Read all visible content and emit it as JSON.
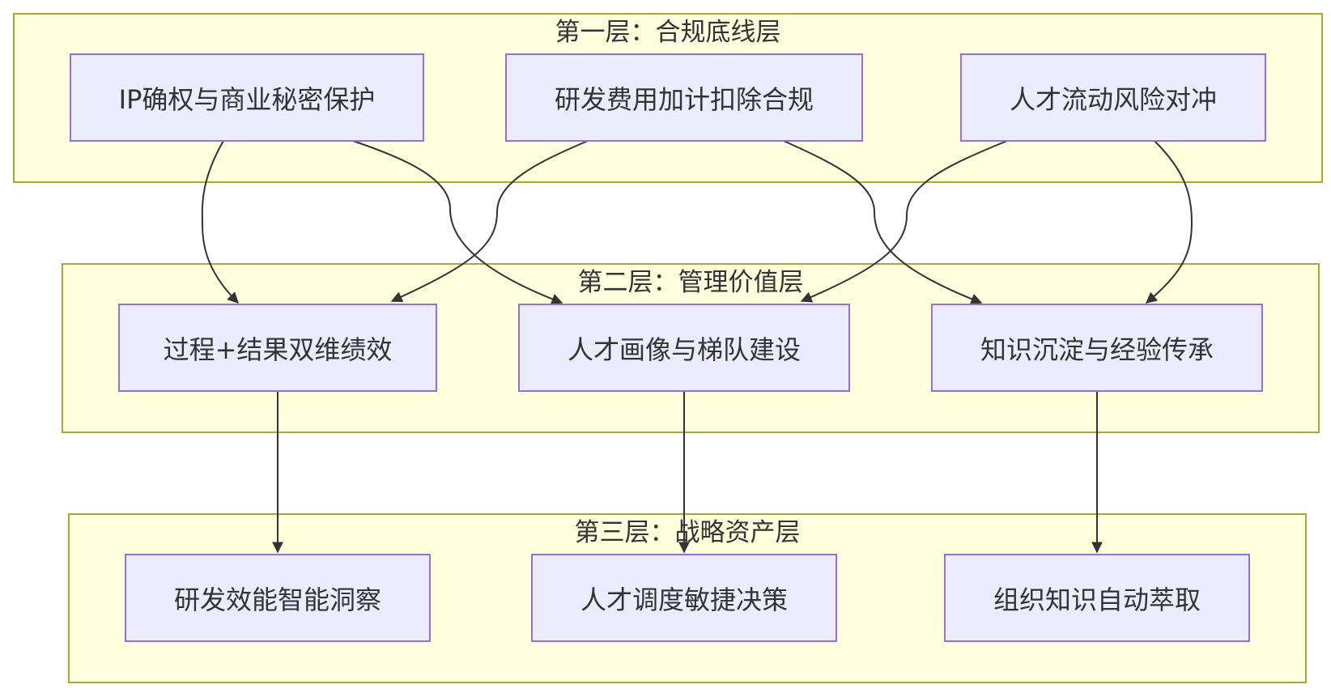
{
  "layers": [
    {
      "id": "layer1",
      "title": "第一层：合规底线层",
      "nodes": [
        {
          "id": "n1",
          "label": "IP确权与商业秘密保护"
        },
        {
          "id": "n2",
          "label": "研发费用加计扣除合规"
        },
        {
          "id": "n3",
          "label": "人才流动风险对冲"
        }
      ]
    },
    {
      "id": "layer2",
      "title": "第二层：管理价值层",
      "nodes": [
        {
          "id": "n4",
          "label": "过程+结果双维绩效"
        },
        {
          "id": "n5",
          "label": "人才画像与梯队建设"
        },
        {
          "id": "n6",
          "label": "知识沉淀与经验传承"
        }
      ]
    },
    {
      "id": "layer3",
      "title": "第三层：战略资产层",
      "nodes": [
        {
          "id": "n7",
          "label": "研发效能智能洞察"
        },
        {
          "id": "n8",
          "label": "人才调度敏捷决策"
        },
        {
          "id": "n9",
          "label": "组织知识自动萃取"
        }
      ]
    }
  ],
  "edges": [
    {
      "from": "n1",
      "to": "n4"
    },
    {
      "from": "n1",
      "to": "n5"
    },
    {
      "from": "n2",
      "to": "n4"
    },
    {
      "from": "n2",
      "to": "n6"
    },
    {
      "from": "n3",
      "to": "n5"
    },
    {
      "from": "n3",
      "to": "n6"
    },
    {
      "from": "n4",
      "to": "n7"
    },
    {
      "from": "n5",
      "to": "n8"
    },
    {
      "from": "n6",
      "to": "n9"
    }
  ],
  "colors": {
    "layer_fill": "#ffffde",
    "layer_border": "#aaaa33",
    "node_fill": "#ececff",
    "node_border": "#9370db",
    "edge": "#333333",
    "text": "#333333"
  }
}
